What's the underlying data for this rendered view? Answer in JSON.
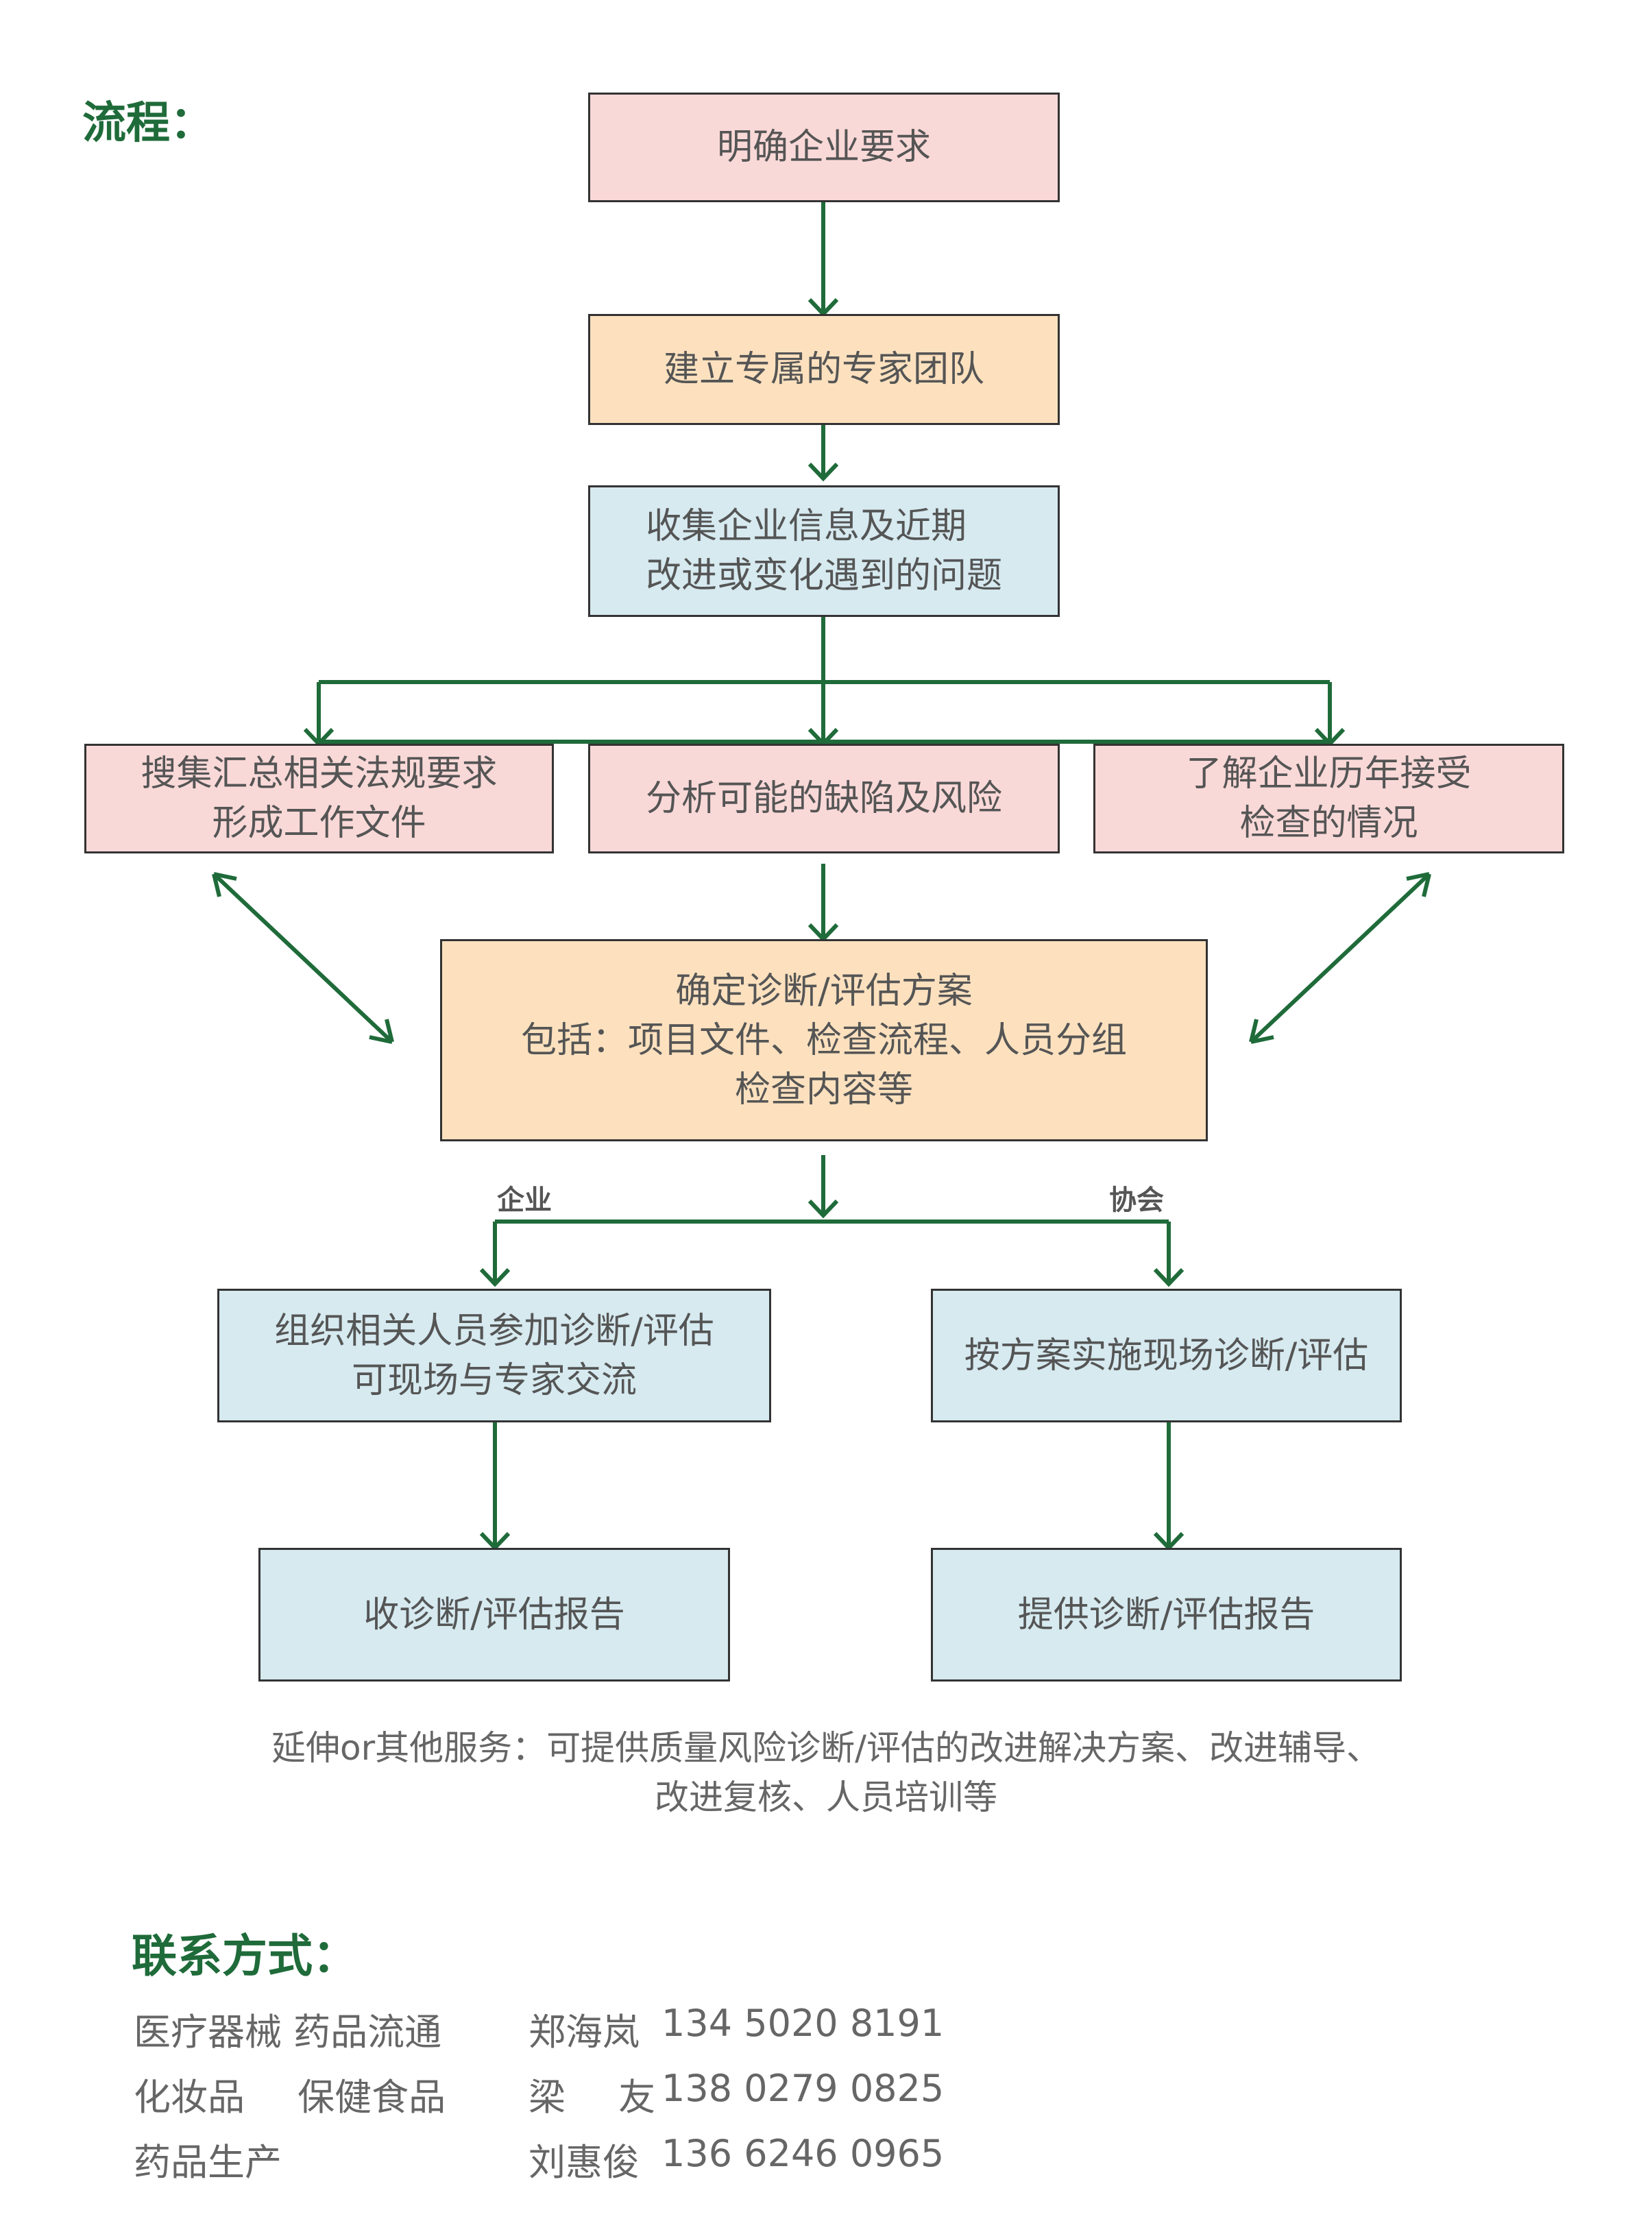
{
  "headings": {
    "process": "流程：",
    "contact": "联系方式："
  },
  "flow": {
    "step1": "明确企业要求",
    "step2": "建立专属的专家团队",
    "step3": [
      "收集企业信息及近期",
      "改进或变化遇到的问题"
    ],
    "branch_left": [
      "搜集汇总相关法规要求",
      "形成工作文件"
    ],
    "branch_center": "分析可能的缺陷及风险",
    "branch_right": [
      "了解企业历年接受",
      "检查的情况"
    ],
    "plan": [
      "确定诊断/评估方案",
      "包括：项目文件、检查流程、人员分组",
      "检查内容等"
    ],
    "label_enterprise": "企业",
    "label_association": "协会",
    "enterprise_step": [
      "组织相关人员参加诊断/评估",
      "可现场与专家交流"
    ],
    "association_step": "按方案实施现场诊断/评估",
    "enterprise_report": "收诊断/评估报告",
    "association_report": "提供诊断/评估报告"
  },
  "note": [
    "延伸or其他服务：可提供质量风险诊断/评估的改进解决方案、改进辅导、",
    "改进复核、人员培训等"
  ],
  "contacts": [
    {
      "category": "医疗器械 药品流通",
      "name": "郑海岚",
      "phone": "134 5020 8191"
    },
    {
      "category": "化妆品 保健食品",
      "name": "梁 友",
      "phone": "138 0279 0825"
    },
    {
      "category": "药品生产",
      "name": "刘惠俊",
      "phone": "136 6246 0965"
    }
  ],
  "colors": {
    "accent_green": "#1f6b3a",
    "pink": "#f9d9d8",
    "orange": "#fde1bf",
    "blue": "#d6eaf0"
  }
}
